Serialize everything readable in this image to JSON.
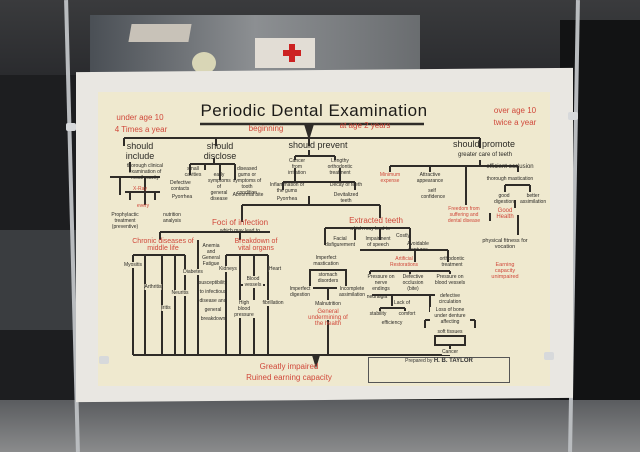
{
  "poster": {
    "title": "Periodic Dental Examination",
    "under_age": "under age 10",
    "under_freq": "4 Times a year",
    "over_age": "over age 10",
    "over_freq": "twice a year",
    "beginning": "beginning",
    "start_age": "at age 2 years",
    "include": {
      "heading": "should include",
      "exam": "thorough clinical examination of mouth cavity",
      "xray": "X-Ray",
      "every": "every",
      "prophylactic": "Prophylactic treatment (preventive)",
      "nutrition": "nutrition analysis"
    },
    "disclose": {
      "heading": "should disclose",
      "small": "small cavities",
      "early": "early symptoms of general disease",
      "diseased": "diseased gums or symptoms of tooth condition",
      "defective": "Defective contacts",
      "pyorrhea": "Pyorrhea",
      "abnormal": "Abnormal bite"
    },
    "prevent": {
      "heading": "should prevent",
      "cancer": "Cancer from irritation",
      "lengthy": "Lengthy orthodontic treatment",
      "inflammation": "Inflammation of the gums",
      "decay": "Decay of teeth",
      "pyorrhea": "Pyorrhea",
      "devitalized": "Devitalized teeth"
    },
    "promote": {
      "heading": "should promote",
      "sub": "greater care of teeth",
      "minimum": "Minimum expense",
      "attractive": "Attractive appearance",
      "confidence": "self confidence",
      "occlusion": "efficient occlusion",
      "mastication": "thorough mastication",
      "digestion": "good digestion",
      "assimilation": "better assimilation",
      "freedom": "Freedom from suffering and dental disease",
      "good_health": "Good Health",
      "fitness": "physical fitness for vocation",
      "earning": "Earning capacity unimpaired"
    },
    "foci": {
      "heading": "Foci of infection",
      "sub": "which may lead to",
      "chronic": "Chronic diseases of middle life",
      "breakdown": "Breakdown of vital organs",
      "anemia": "Anemia and General Fatigue",
      "diabetes": "Diabetes",
      "susceptibility": "susceptibility to infectious disease and general breakdown",
      "myositis": "Myositis",
      "arthritis": "Arthritis",
      "neuritis": "Neuritis",
      "iritis": "Iritis",
      "kidneys": "Kidneys",
      "blood": "Blood vessels",
      "heart": "Heart",
      "pressure": "High blood pressure",
      "fibrillation": "fibrillation"
    },
    "extracted": {
      "heading": "Extracted teeth",
      "sub": "which may lead to",
      "facial": "Facial disfigurement",
      "speech": "Impairment of speech",
      "costly": "Costly",
      "avoidable": "Avoidable dentures",
      "artificial": "Artificial Restorations",
      "orthodontic": "orthodontic treatment",
      "imperfect_mast": "Imperfect mastication",
      "stomach": "stomach disorders",
      "indigestion": "Imperfect digestion",
      "assim": "Incomplete assimilation",
      "malnutrition": "Malnutrition",
      "undermining": "General undermining of the health",
      "nerve": "Pressure on nerve endings",
      "neuralgia": "neuralgia",
      "def_occlusion": "Defective occlusion (bite)",
      "vessels": "Pressure on blood vessels",
      "circulation": "defective circulation",
      "lack": "Lack of",
      "stability": "stability",
      "comfort": "comfort",
      "efficiency": "efficiency",
      "bone": "Loss of bone under denture affecting",
      "soft": "soft tissues",
      "cancer": "Cancer"
    },
    "outcome": {
      "impaired": "Greatly impaired",
      "ruined": "Ruined earning capacity"
    },
    "credit": {
      "name": "H. B. TAYLOR",
      "caption": "Prepared by"
    }
  },
  "colors": {
    "ink": "#2b2a26",
    "red": "#d0483a",
    "paper": "#efe9cf"
  }
}
